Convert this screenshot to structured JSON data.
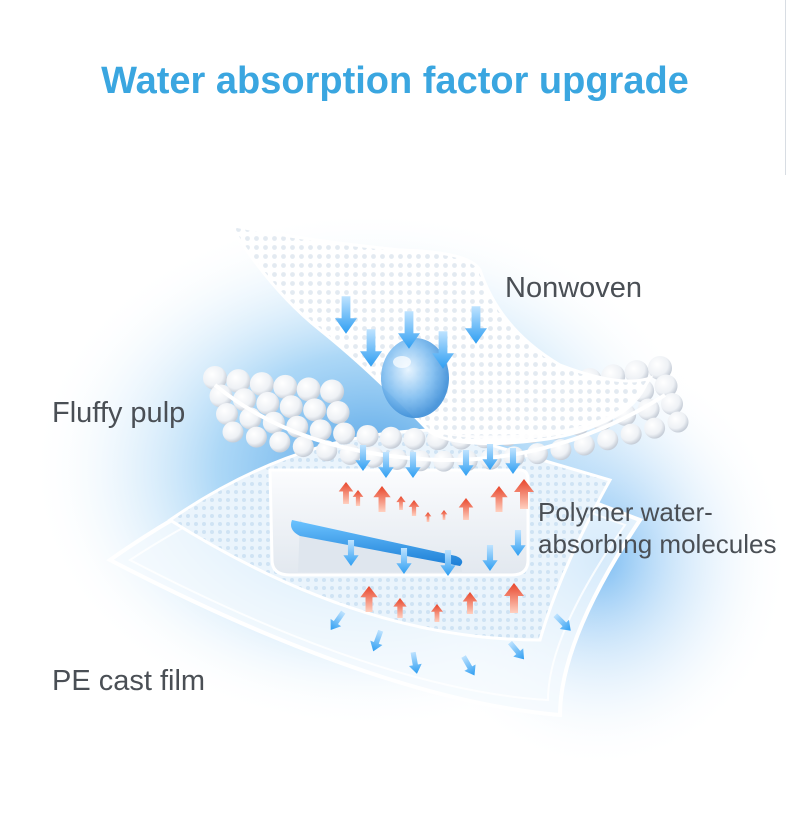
{
  "title": "Water absorption factor upgrade",
  "labels": {
    "nonwoven": "Nonwoven",
    "fluffy_pulp": "Fluffy pulp",
    "polymer_line1": "Polymer water-",
    "polymer_line2": "absorbing molecules",
    "pe_cast_film": "PE cast film"
  },
  "colors": {
    "title": "#3aa6e0",
    "label": "#4a4f55",
    "glow": "#3d9be6",
    "water_arrow": "#3fa9f5",
    "heat_arrow": "#f26b4a"
  }
}
